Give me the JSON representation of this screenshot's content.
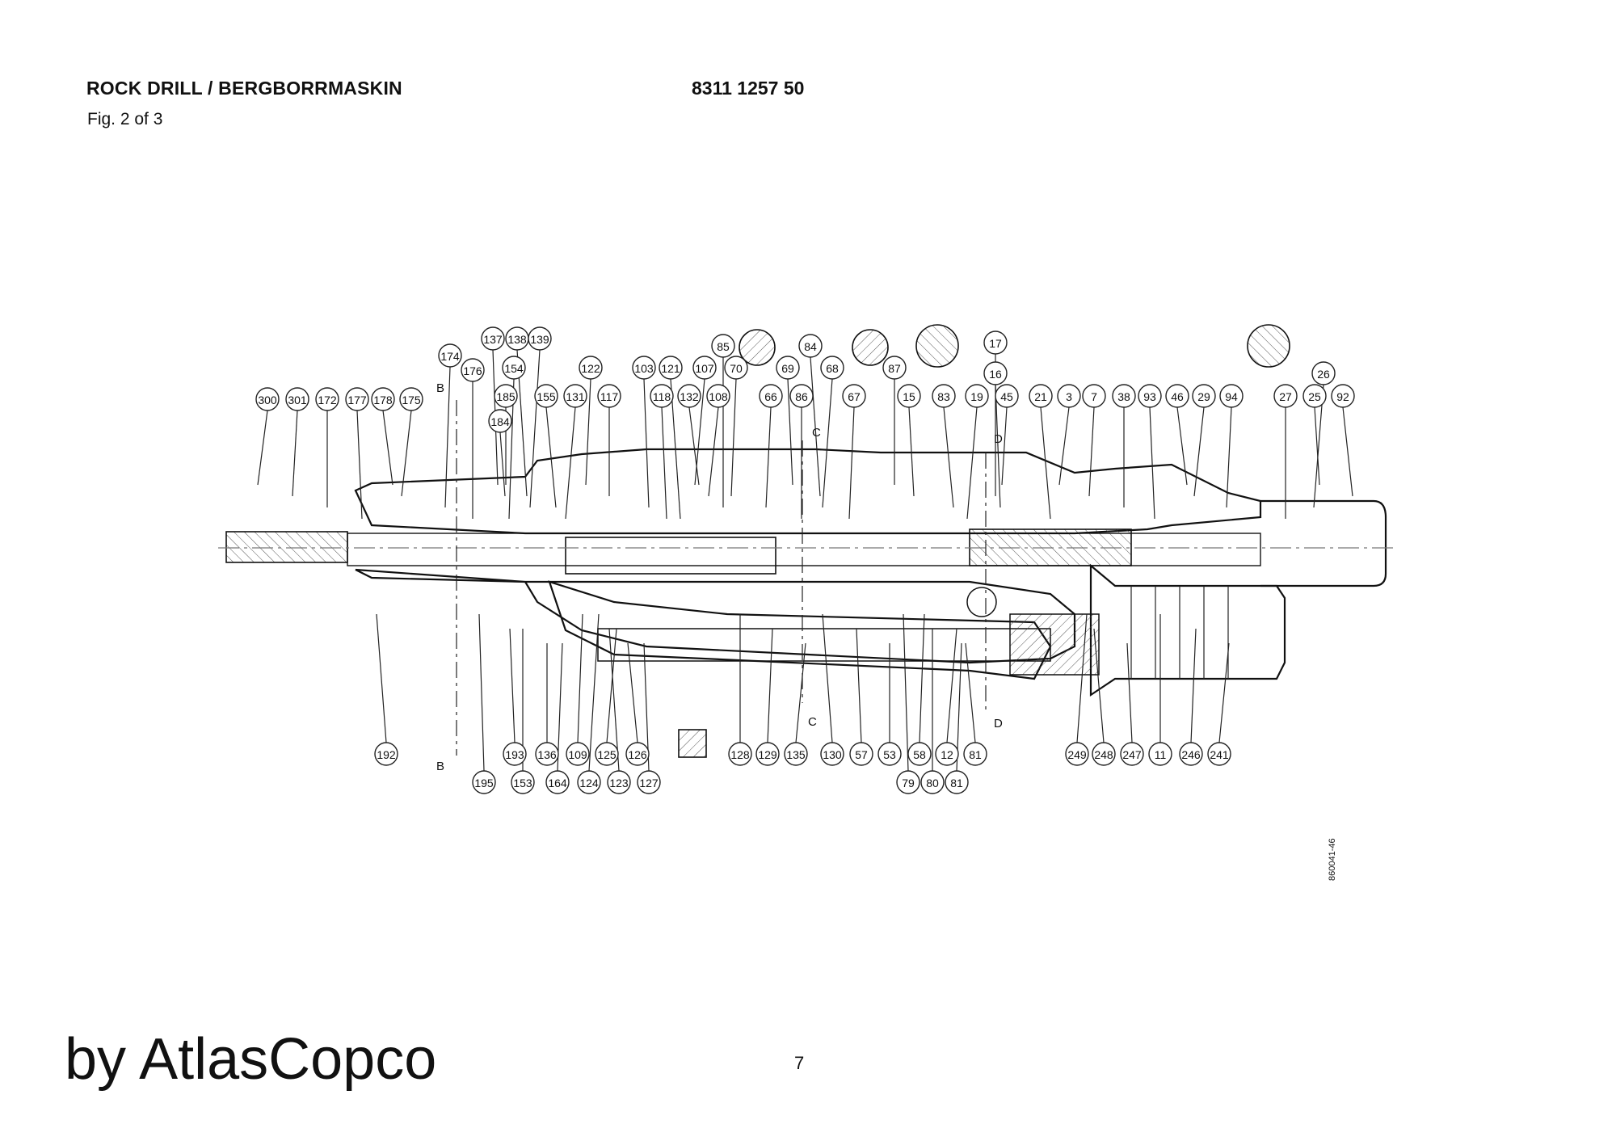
{
  "header": {
    "title": "ROCK DRILL / BERGBORRMASKIN",
    "figure": "Fig. 2 of 3",
    "part_number": "8311 1257 50"
  },
  "footer": {
    "brand": "by AtlasCopco",
    "page": "7",
    "drawing_code": "860041-46"
  },
  "section_markers": [
    "B",
    "B",
    "C",
    "C",
    "D",
    "D"
  ],
  "callouts_top": [
    "300",
    "301",
    "172",
    "177",
    "178",
    "175",
    "174",
    "176",
    "137",
    "138",
    "139",
    "154",
    "185",
    "184",
    "155",
    "131",
    "122",
    "117",
    "103",
    "121",
    "107",
    "70",
    "85",
    "118",
    "132",
    "108",
    "66",
    "86",
    "69",
    "84",
    "68",
    "67",
    "87",
    "15",
    "83",
    "19",
    "45",
    "17",
    "16",
    "21",
    "3",
    "7",
    "38",
    "93",
    "46",
    "29",
    "94",
    "27",
    "25",
    "92",
    "26"
  ],
  "callouts_bottom": [
    "192",
    "193",
    "136",
    "109",
    "125",
    "126",
    "195",
    "153",
    "164",
    "124",
    "123",
    "127",
    "128",
    "129",
    "135",
    "130",
    "57",
    "53",
    "58",
    "12",
    "81",
    "79",
    "80",
    "81",
    "249",
    "248",
    "247",
    "11",
    "246",
    "241"
  ]
}
